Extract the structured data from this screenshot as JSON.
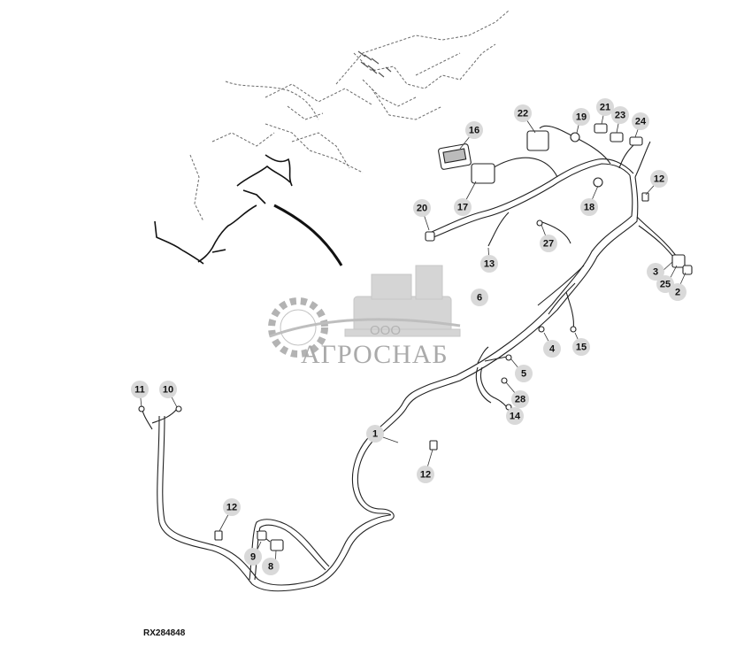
{
  "figure_id": "RX284848",
  "watermark": {
    "company_prefix": "ООО",
    "company_name": "АГРОСНАБ",
    "color": "#9a9a9a"
  },
  "callout_color": "#d9d9d9",
  "callouts": [
    {
      "label": "1"
    },
    {
      "label": "2"
    },
    {
      "label": "3"
    },
    {
      "label": "4"
    },
    {
      "label": "5"
    },
    {
      "label": "6"
    },
    {
      "label": "8"
    },
    {
      "label": "9"
    },
    {
      "label": "10"
    },
    {
      "label": "11"
    },
    {
      "label": "12"
    },
    {
      "label": "12"
    },
    {
      "label": "12"
    },
    {
      "label": "13"
    },
    {
      "label": "14"
    },
    {
      "label": "15"
    },
    {
      "label": "16"
    },
    {
      "label": "17"
    },
    {
      "label": "18"
    },
    {
      "label": "19"
    },
    {
      "label": "20"
    },
    {
      "label": "21"
    },
    {
      "label": "22"
    },
    {
      "label": "23"
    },
    {
      "label": "24"
    },
    {
      "label": "25"
    },
    {
      "label": "27"
    },
    {
      "label": "28"
    }
  ]
}
